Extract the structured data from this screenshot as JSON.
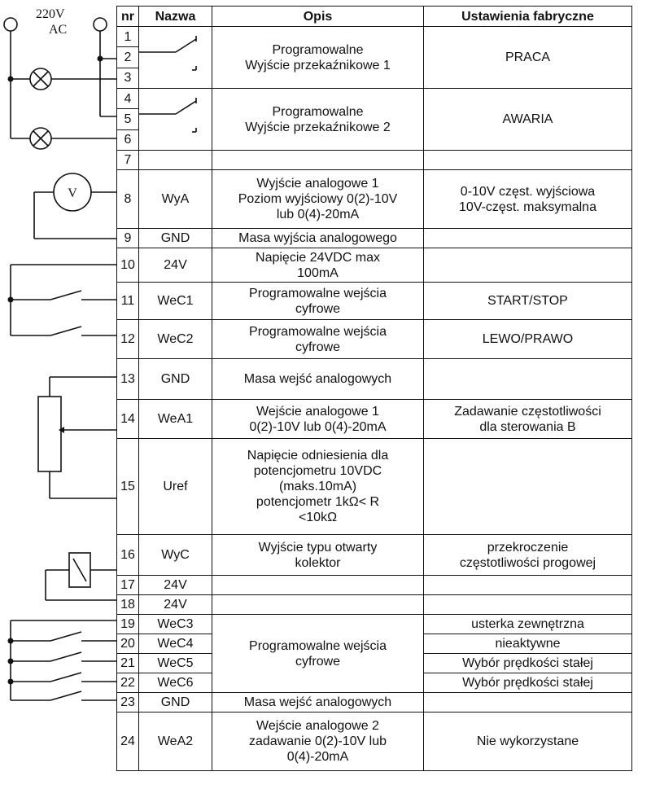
{
  "supply": {
    "voltage": "220V",
    "type": "AC"
  },
  "headers": {
    "nr": "nr",
    "name": "Nazwa",
    "desc": "Opis",
    "factory": "Ustawienia fabryczne"
  },
  "rows": [
    {
      "nr": "1"
    },
    {
      "nr": "2"
    },
    {
      "nr": "3"
    },
    {
      "nr": "4"
    },
    {
      "nr": "5"
    },
    {
      "nr": "6"
    },
    {
      "nr": "7"
    },
    {
      "nr": "8",
      "name": "WyA",
      "desc": "Wyjście analogowe 1\nPoziom wyjściowy 0(2)-10V\nlub 0(4)-20mA",
      "factory": "0-10V częst. wyjściowa\n10V-częst. maksymalna"
    },
    {
      "nr": "9",
      "name": "GND",
      "desc": "Masa wyjścia analogowego",
      "factory": ""
    },
    {
      "nr": "10",
      "name": "24V",
      "desc": "Napięcie 24VDC  max\n100mA",
      "factory": ""
    },
    {
      "nr": "11",
      "name": "WeC1",
      "desc": "Programowalne wejścia\ncyfrowe",
      "factory": "START/STOP"
    },
    {
      "nr": "12",
      "name": "WeC2",
      "desc": "Programowalne wejścia\ncyfrowe",
      "factory": "LEWO/PRAWO"
    },
    {
      "nr": "13",
      "name": "GND",
      "desc": "Masa wejść analogowych",
      "factory": ""
    },
    {
      "nr": "14",
      "name": "WeA1",
      "desc": "Wejście analogowe 1\n0(2)-10V lub 0(4)-20mA",
      "factory": "Zadawanie częstotliwości\ndla sterowania B"
    },
    {
      "nr": "15",
      "name": "Uref",
      "desc": "Napięcie odniesienia dla\npotencjometru  10VDC\n(maks.10mA)\npotencjometr 1kΩ< R\n<10kΩ",
      "factory": ""
    },
    {
      "nr": "16",
      "name": "WyC",
      "desc": "Wyjście typu otwarty\nkolektor",
      "factory": "przekroczenie\nczęstotliwości progowej"
    },
    {
      "nr": "17",
      "name": "24V",
      "desc": "",
      "factory": ""
    },
    {
      "nr": "18",
      "name": "24V",
      "desc": "",
      "factory": ""
    },
    {
      "nr": "19",
      "name": "WeC3",
      "factory": "usterka zewnętrzna"
    },
    {
      "nr": "20",
      "name": "WeC4",
      "factory": "nieaktywne"
    },
    {
      "nr": "21",
      "name": "WeC5",
      "factory": "Wybór prędkości stałej"
    },
    {
      "nr": "22",
      "name": "WeC6",
      "factory": "Wybór prędkości stałej"
    },
    {
      "nr": "23",
      "name": "GND",
      "desc": "Masa wejść analogowych",
      "factory": ""
    },
    {
      "nr": "24",
      "name": "WeA2",
      "desc": "Wejście analogowe 2\nzadawanie 0(2)-10V lub\n0(4)-20mA",
      "factory": "Nie wykorzystane"
    }
  ],
  "relay1": {
    "desc": "Programowalne\nWyjście przekaźnikowe 1",
    "factory": "PRACA"
  },
  "relay2": {
    "desc": "Programowalne\nWyjście przekaźnikowe 2",
    "factory": "AWARIA"
  },
  "group_19_22": {
    "desc": "Programowalne wejścia\ncyfrowe"
  },
  "meter_symbol": "V"
}
